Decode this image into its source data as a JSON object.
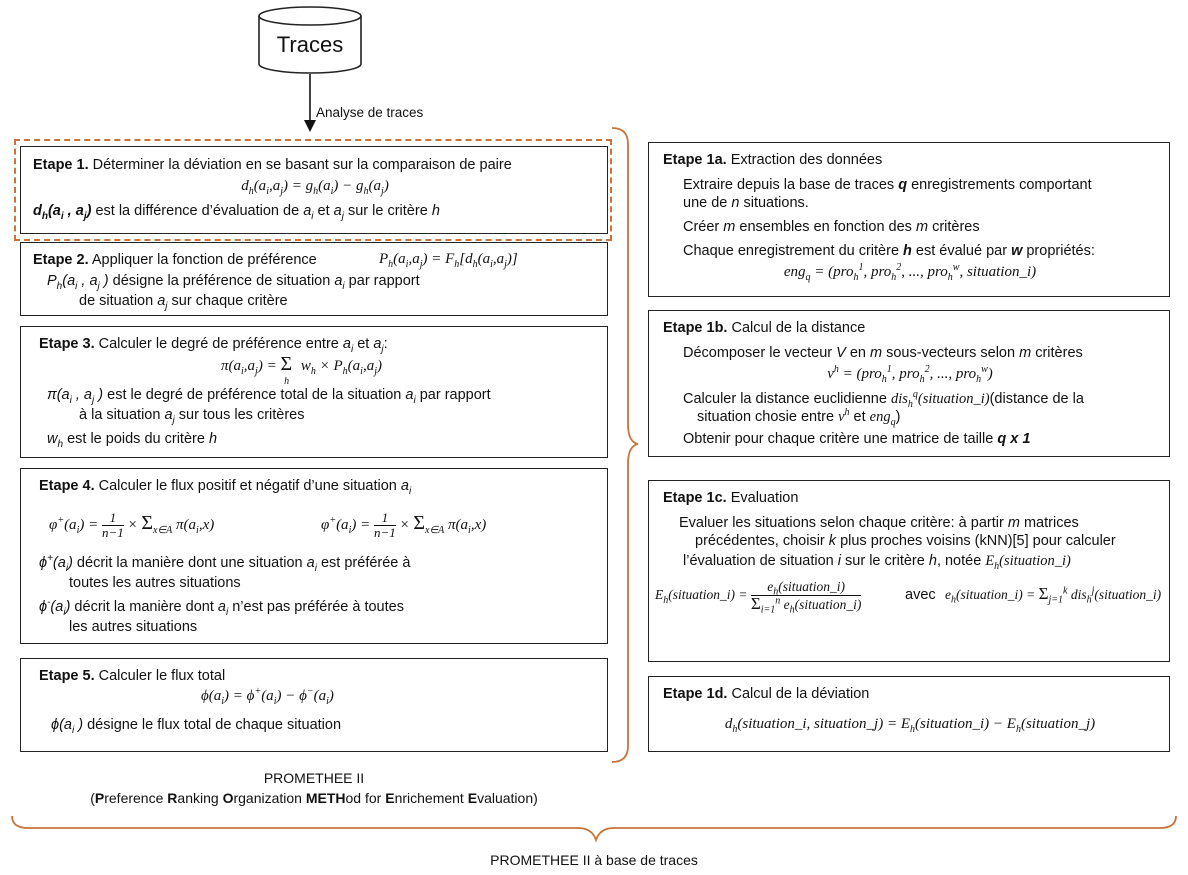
{
  "traces": {
    "label": "Traces",
    "arrow_label": "Analyse de traces"
  },
  "left": {
    "step1": {
      "title": "Etape 1.",
      "text": "Déterminer la déviation en se basant sur la comparaison de paire",
      "formula": "d_h(a_i,a_j) = g_h(a_i) − g_h(a_j)",
      "desc": "est la différence d’évaluation de a_i et a_j sur le critère h"
    },
    "step2": {
      "title": "Etape 2.",
      "text": "Appliquer la fonction de préférence",
      "formula": "P_h(a_i,a_j) = F_h[d_h(a_i,a_j)]",
      "desc1": "désigne la préférence de situation a_i par rapport",
      "desc2": "de situation a_j sur chaque critère"
    },
    "step3": {
      "title": "Etape 3.",
      "text": "Calculer le degré de préférence entre a_i et a_j:",
      "formula": "π(a_i,a_j) = Σ_h w_h × P_h(a_i,a_j)",
      "desc1": "est le degré de préférence total de la situation a_i par rapport",
      "desc2": "à la situation a_j sur tous les critères",
      "desc3": "est le poids du critère h"
    },
    "step4": {
      "title": "Etape 4.",
      "text": "Calculer le flux positif et négatif d’une situation a_i",
      "formula1": "φ+(a_i) = 1/(n−1) × Σ_{x∈A} π(a_i,x)",
      "formula2": "φ+(a_i) = 1/(n−1) × Σ_{x∈A} π(a_i,x)",
      "desc1": "décrit la manière dont une situation a_i est préférée à",
      "desc2": "toutes les autres situations",
      "desc3": "décrit la manière dont a_i n’est pas préférée à toutes",
      "desc4": "les autres situations"
    },
    "step5": {
      "title": "Etape 5.",
      "text": "Calculer le flux total",
      "formula": "φ(a_i) = φ+(a_i) − φ−(a_i)",
      "desc": "désigne le flux total de chaque situation"
    },
    "caption1": "PROMETHEE II",
    "caption2_parts": [
      "(",
      "P",
      "reference ",
      "R",
      "anking ",
      "O",
      "rganization ",
      "METH",
      "od for ",
      "E",
      "nrichement ",
      "E",
      "valuation)"
    ]
  },
  "right": {
    "step1a": {
      "title": "Etape 1a.",
      "text": "Extraction des données",
      "l1": "Extraire depuis la base de traces",
      "l1b": "enregistrements comportant",
      "l2": "une de",
      "l2b": "situations.",
      "l3": "Créer",
      "l3b": "ensembles en fonction des",
      "l3c": "critères",
      "l4": "Chaque enregistrement du critère",
      "l4b": "est évalué par",
      "l4c": "propriétés:",
      "formula": "eng_q = (pro_h^1, pro_h^2, ..., pro_h^w, situation_i)"
    },
    "step1b": {
      "title": "Etape 1b.",
      "text": "Calcul de la distance",
      "l1": "Décomposer le vecteur",
      "l1b": "en",
      "l1c": "sous-vecteurs selon",
      "l1d": "critères",
      "formula": "v^h = (pro_h^1, pro_h^2, ..., pro_h^w)",
      "l2": "Calculer la distance euclidienne",
      "l2b": "(distance de la",
      "l3": "situation chosie entre",
      "l3b": "et",
      "l4": "Obtenir pour chaque critère une matrice de taille",
      "l4b": "q x 1"
    },
    "step1c": {
      "title": "Etape 1c.",
      "text": "Evaluation",
      "l1": "Evaluer les situations selon chaque critère: à partir",
      "l1b": "matrices",
      "l2": "précédentes, choisir",
      "l2b": "plus proches voisins (kNN)[5] pour calculer",
      "l3": "l’évaluation de situation",
      "l3b": "sur le critère",
      "l3c": ", notée",
      "avec": "avec"
    },
    "step1d": {
      "title": "Etape 1d.",
      "text": "Calcul de la déviation",
      "formula": "d_h(situation_i, situation_j) = E_h(situation_i) − E_h(situation_j)"
    }
  },
  "bottom_caption": "PROMETHEE II à base de traces",
  "colors": {
    "dashed": "#c8743a",
    "bracket": "#c8743a",
    "border": "#222222"
  }
}
